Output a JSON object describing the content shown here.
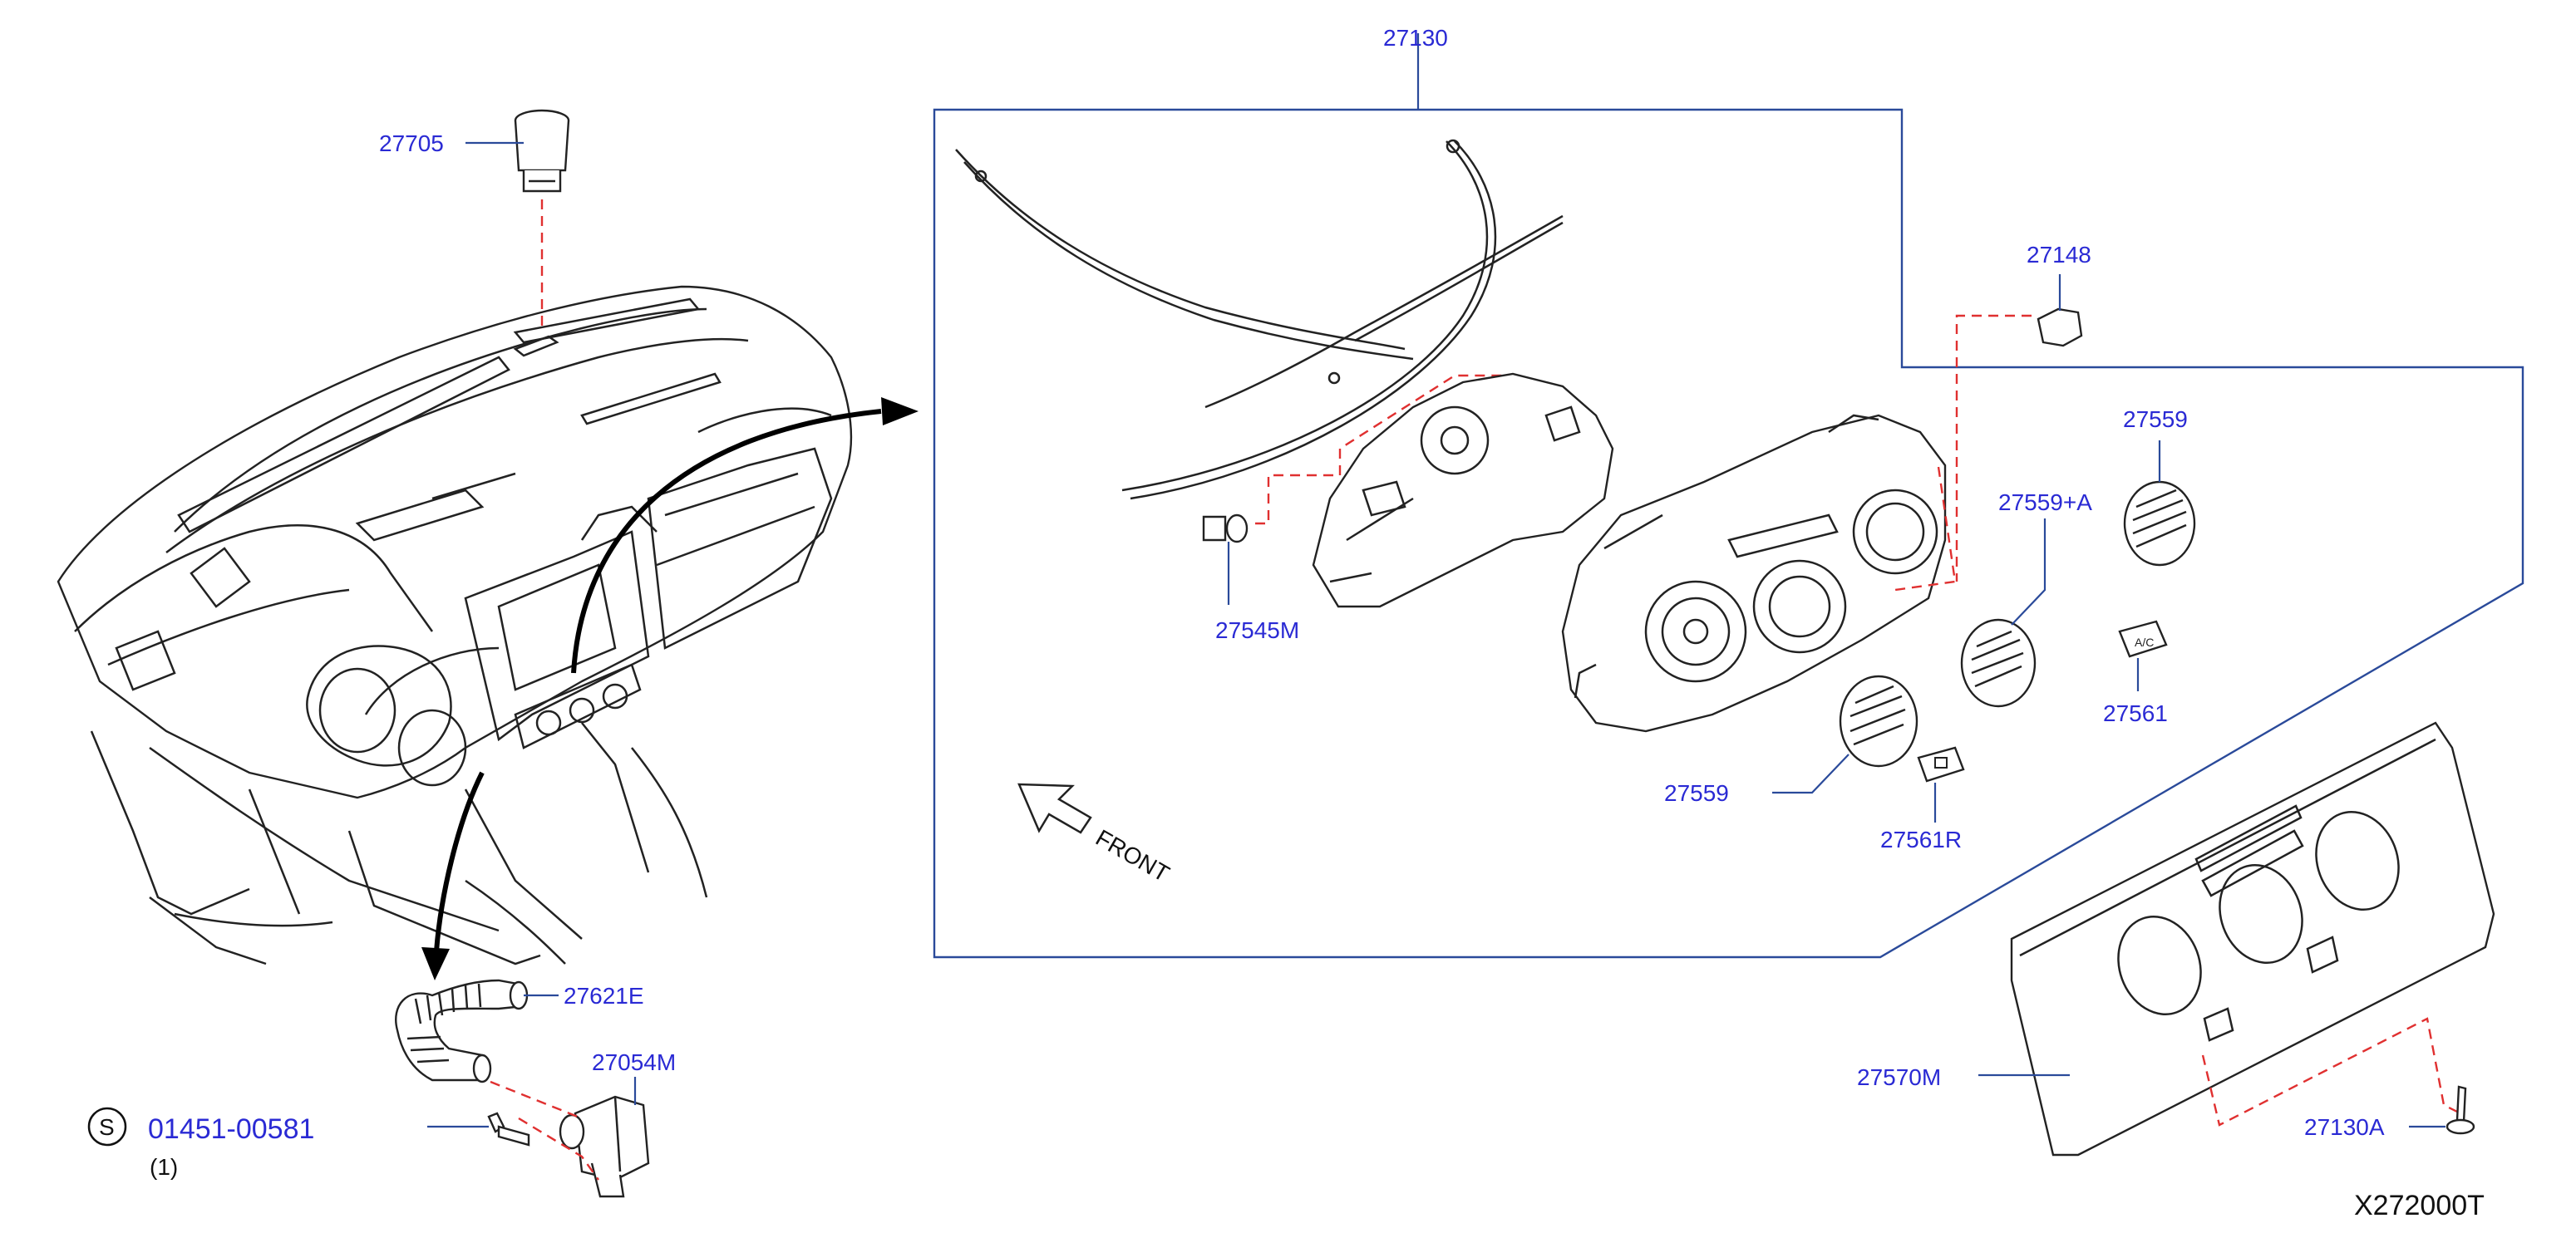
{
  "diagram": {
    "drawing_code": "X272000T",
    "labels": {
      "l27130": "27130",
      "l27705": "27705",
      "l27148": "27148",
      "l27559a": "27559",
      "l27559plusA": "27559+A",
      "l27545M": "27545M",
      "l27561": "27561",
      "l27559b": "27559",
      "l27561R": "27561R",
      "l27621E": "27621E",
      "l27054M": "27054M",
      "l27570M": "27570M",
      "l27130A": "27130A"
    },
    "front_label": "FRONT",
    "standard_part": {
      "symbol": "S",
      "number": "01451-00581",
      "qty": "(1)"
    }
  }
}
